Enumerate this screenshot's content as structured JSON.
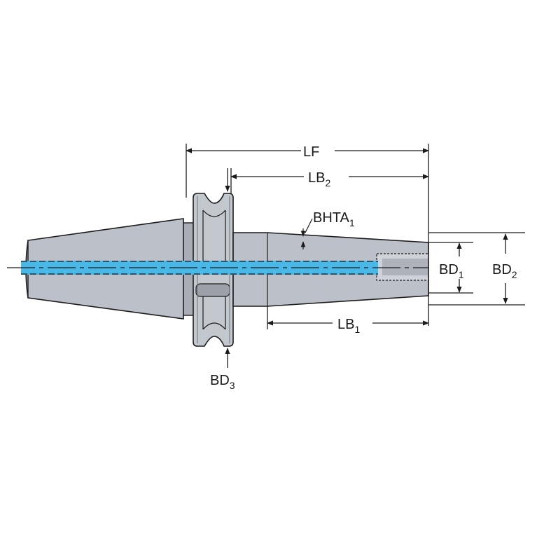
{
  "labels": {
    "lf": "LF",
    "lb2_main": "LB",
    "lb2_sub": "2",
    "bhta_main": "BHTA",
    "bhta_sub": "1",
    "bd1_main": "BD",
    "bd1_sub": "1",
    "bd2_main": "BD",
    "bd2_sub": "2",
    "lb1_main": "LB",
    "lb1_sub": "1",
    "bd3_main": "BD",
    "bd3_sub": "3"
  },
  "colors": {
    "body": "#bcc0c8",
    "body_dark": "#8e939c",
    "outline": "#1c1c1c",
    "coolant": "#49b8e6",
    "background": "#ffffff"
  }
}
